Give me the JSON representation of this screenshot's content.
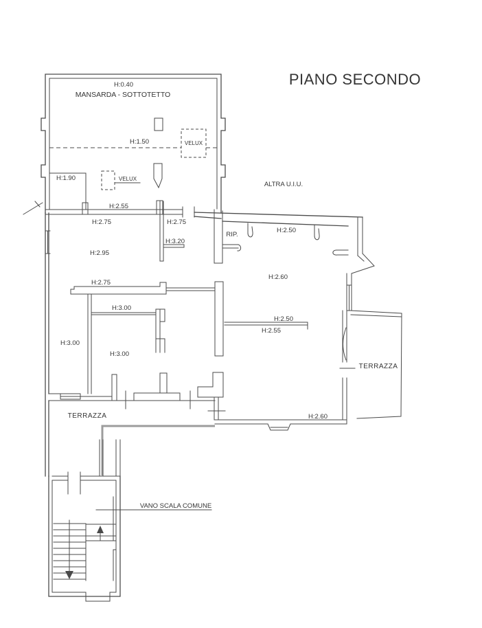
{
  "drawing_title": "PIANO SECONDO",
  "annotations": {
    "other_unit": "ALTRA U.I.U.",
    "stairwell": "VANO SCALA COMUNE"
  },
  "mansarda": {
    "name": "MANSARDA - SOTTOTETTO",
    "h_eaves": "H:0.40",
    "h_mid_line": "H:1.50",
    "h_low_zone": "H:1.90",
    "h_entry": "H:2.55",
    "skylight_a": "VELUX",
    "skylight_b": "VELUX"
  },
  "unit_left": {
    "h_corridor_a": "H:2.75",
    "h_corridor_b": "H:2.75",
    "h_high": "H:3.20",
    "h_room_main": "H:2.95",
    "h_corridor_c": "H:2.75",
    "h_room_a": "H:3.00",
    "h_room_b": "H:3.00",
    "h_room_c": "H:3.00",
    "terrace": "TERRAZZA"
  },
  "unit_right": {
    "closet": "RIP.",
    "h_top": "H:2.50",
    "h_room": "H:2.60",
    "h_beam_upper": "H:2.50",
    "h_beam_lower": "H:2.55",
    "h_bottom": "H:2.60",
    "terrace": "TERRAZZA"
  },
  "colors": {
    "line": "#4a4a4a",
    "railing": "#9c9c9c",
    "text": "#353535",
    "background": "#ffffff"
  }
}
